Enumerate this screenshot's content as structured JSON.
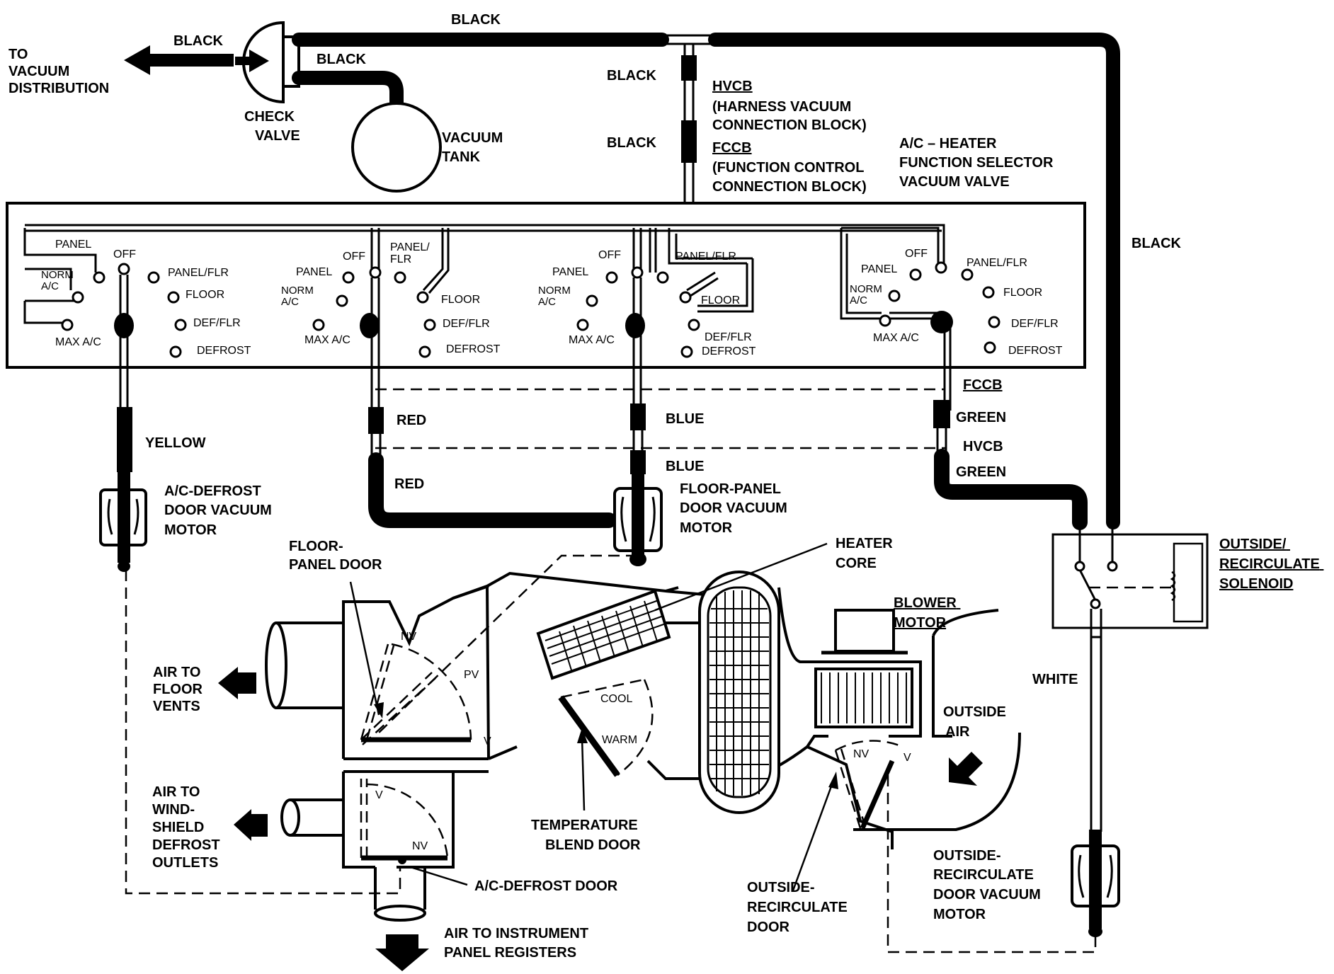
{
  "labels": {
    "to_vacuum_distribution": [
      "TO",
      "VACUUM",
      "DISTRIBUTION"
    ],
    "black": "BLACK",
    "check_valve": [
      "CHECK",
      "VALVE"
    ],
    "vacuum_tank": [
      "VACUUM",
      "TANK"
    ],
    "hvcb": "HVCB",
    "hvcb_full": [
      "(HARNESS VACUUM",
      "CONNECTION BLOCK)"
    ],
    "fccb": "FCCB",
    "fccb_full": [
      "(FUNCTION CONTROL",
      "CONNECTION BLOCK)"
    ],
    "selector_valve": [
      "A/C – HEATER",
      "FUNCTION SELECTOR",
      "VACUUM VALVE"
    ],
    "yellow": "YELLOW",
    "red": "RED",
    "blue": "BLUE",
    "green": "GREEN",
    "white": "WHITE",
    "ac_defrost_motor": [
      "A/C-DEFROST",
      "DOOR VACUUM",
      "MOTOR"
    ],
    "floor_panel_motor": [
      "FLOOR-PANEL",
      "DOOR VACUUM",
      "MOTOR"
    ],
    "floor_panel_door": [
      "FLOOR-",
      "PANEL DOOR"
    ],
    "heater_core": [
      "HEATER",
      "CORE"
    ],
    "blower_motor": [
      "BLOWER",
      "MOTOR"
    ],
    "outside_recirc_solenoid": [
      "OUTSIDE/",
      "RECIRCULATE",
      "SOLENOID"
    ],
    "air_to_floor": [
      "AIR TO",
      "FLOOR",
      "VENTS"
    ],
    "air_to_windshield": [
      "AIR TO",
      "WIND-",
      "SHIELD",
      "DEFROST",
      "OUTLETS"
    ],
    "temp_blend_door": [
      "TEMPERATURE",
      "BLEND DOOR"
    ],
    "ac_defrost_door": "A/C-DEFROST DOOR",
    "air_to_instrument": [
      "AIR TO INSTRUMENT",
      "PANEL REGISTERS"
    ],
    "outside_recirc_door": [
      "OUTSIDE-",
      "RECIRCULATE",
      "DOOR"
    ],
    "outside_air": [
      "OUTSIDE",
      "AIR"
    ],
    "outside_recirc_motor": [
      "OUTSIDE-",
      "RECIRCULATE",
      "DOOR VACUUM",
      "MOTOR"
    ],
    "nv": "NV",
    "pv": "PV",
    "v": "V",
    "cool": "COOL",
    "warm": "WARM"
  },
  "selector_positions": {
    "panel": "PANEL",
    "off": "OFF",
    "panel_flr": "PANEL/FLR",
    "panel_flr_split": [
      "PANEL/",
      "FLR"
    ],
    "norm_ac": [
      "NORM",
      "A/C"
    ],
    "floor": "FLOOR",
    "def_flr": "DEF/FLR",
    "defrost": "DEFROST",
    "max_ac": "MAX A/C",
    "def_flr_defrost": [
      "DEF/FLR",
      "DEFROST"
    ]
  }
}
